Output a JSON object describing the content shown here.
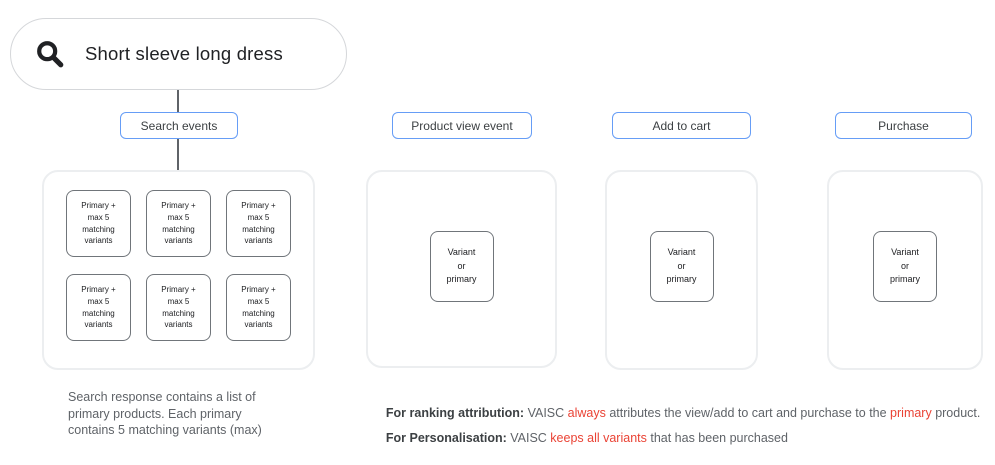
{
  "search": {
    "query": "Short sleeve long dress"
  },
  "events": [
    {
      "label": "Search events"
    },
    {
      "label": "Product view event"
    },
    {
      "label": "Add to cart"
    },
    {
      "label": "Purchase"
    }
  ],
  "panels": {
    "search_results": {
      "box_label": "Primary +\nmax 5\nmatching\nvariants",
      "box_count": 6
    },
    "single_box_label": "Variant\nor\nprimary"
  },
  "captions": {
    "search_note": "Search response contains a list of\nprimary products. Each primary\ncontains 5 matching variants (max)"
  },
  "notes": {
    "ranking": {
      "label": "For ranking attribution:",
      "t1": " VAISC ",
      "red1": "always",
      "t2": " attributes the view/add to cart and purchase to the ",
      "red2": "primary",
      "t3": " product."
    },
    "personalisation": {
      "label": "For Personalisation:",
      "t1": " VAISC ",
      "red1": "keeps all variants",
      "t2": " that has been purchased"
    }
  },
  "colors": {
    "accent_blue": "#669df6",
    "alert_red": "#ea4335",
    "text_dark": "#202124",
    "text_gray": "#5f6368",
    "panel_border": "#eceef0",
    "box_border": "#70757a"
  }
}
